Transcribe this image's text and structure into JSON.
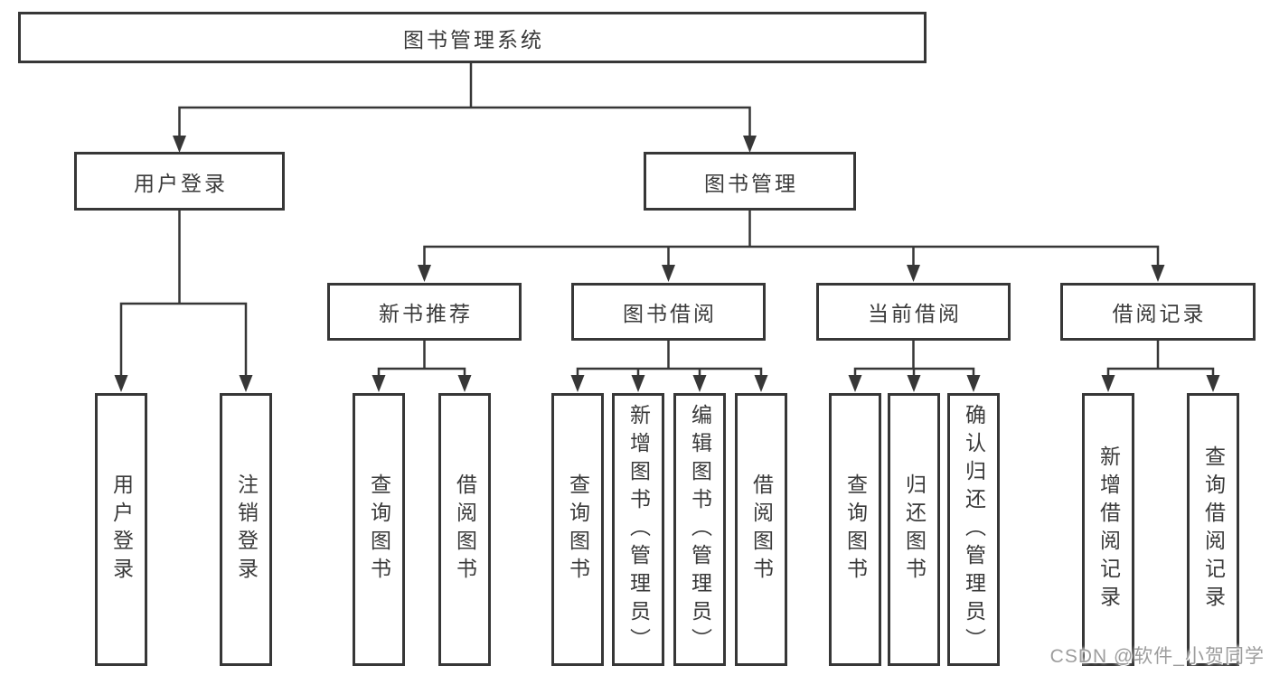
{
  "watermark": "CSDN @软件_小贺同学",
  "colors": {
    "line": "#373737",
    "text": "#3a3a3a",
    "background": "#ffffff",
    "watermark_gray": "#9d9d9d"
  },
  "tree": {
    "label": "图书管理系统",
    "children": [
      {
        "label": "用户登录",
        "children": [
          {
            "label": "用户登录"
          },
          {
            "label": "注销登录"
          }
        ]
      },
      {
        "label": "图书管理",
        "children": [
          {
            "label": "新书推荐",
            "children": [
              {
                "label": "查询图书"
              },
              {
                "label": "借阅图书"
              }
            ]
          },
          {
            "label": "图书借阅",
            "children": [
              {
                "label": "查询图书"
              },
              {
                "label": "新增图书（管理员）"
              },
              {
                "label": "编辑图书（管理员）"
              },
              {
                "label": "借阅图书"
              }
            ]
          },
          {
            "label": "当前借阅",
            "children": [
              {
                "label": "查询图书"
              },
              {
                "label": "归还图书"
              },
              {
                "label": "确认归还（管理员）"
              }
            ]
          },
          {
            "label": "借阅记录",
            "children": [
              {
                "label": "新增借阅记录"
              },
              {
                "label": "查询借阅记录"
              }
            ]
          }
        ]
      }
    ]
  }
}
